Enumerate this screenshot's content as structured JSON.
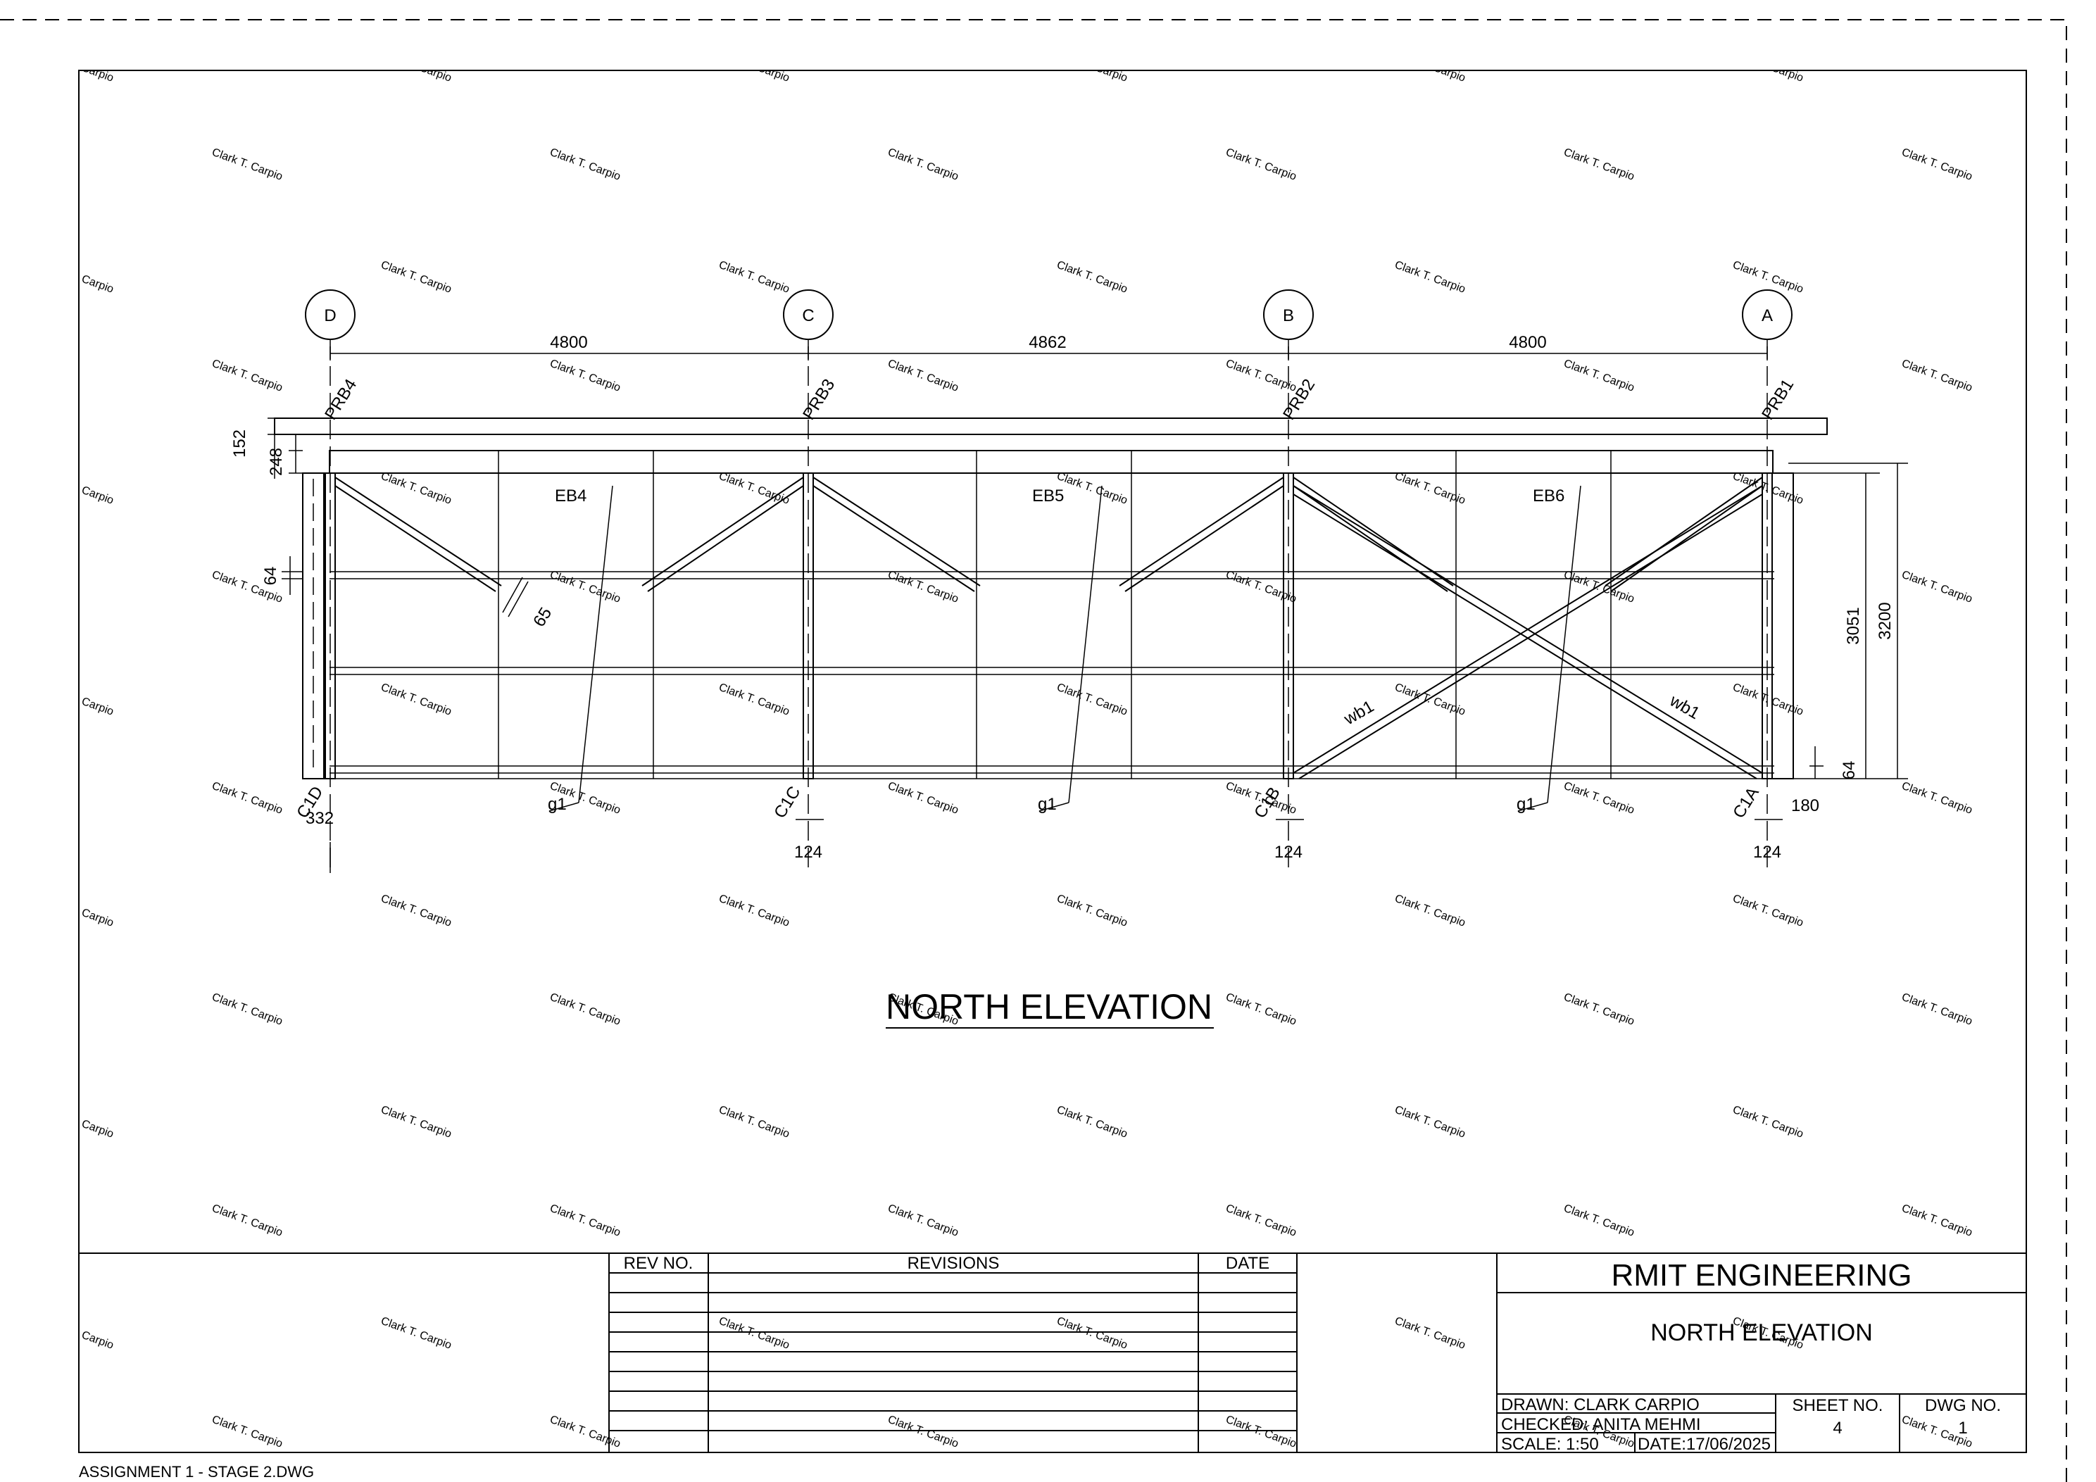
{
  "drawing": {
    "title": "NORTH ELEVATION",
    "grids": [
      "D",
      "C",
      "B",
      "A"
    ],
    "spans": [
      "4800",
      "4862",
      "4800"
    ],
    "roof_beams": [
      "PRB4",
      "PRB3",
      "PRB2",
      "PRB1"
    ],
    "columns": [
      "C1D",
      "C1C",
      "C1B",
      "C1A"
    ],
    "edge_beams": [
      "EB4",
      "EB5",
      "EB6"
    ],
    "girt_label": "g1",
    "brace_label": "wb1",
    "dims": {
      "roof_thickness": "152",
      "beam_depth": "248",
      "girt_depth": "64",
      "lap": "65",
      "height_inner": "3051",
      "height_total": "3200",
      "base_depth": "64",
      "base_width": "180",
      "end_offset": "332",
      "column_width": "124"
    },
    "watermark": "Clark T. Carpio"
  },
  "title_block": {
    "rev_no_header": "REV NO.",
    "revisions_header": "REVISIONS",
    "date_header": "DATE",
    "company": "RMIT ENGINEERING",
    "drawing_name": "NORTH ELEVATION",
    "drawn": "DRAWN: CLARK CARPIO",
    "checked": "CHECKED: ANITA MEHMI",
    "scale": "SCALE: 1:50",
    "date": "DATE:17/06/2025",
    "sheet_label": "SHEET NO.",
    "sheet_value": "4",
    "dwg_label": "DWG NO.",
    "dwg_value": "1"
  },
  "file_name": "ASSIGNMENT 1 - STAGE 2.DWG"
}
